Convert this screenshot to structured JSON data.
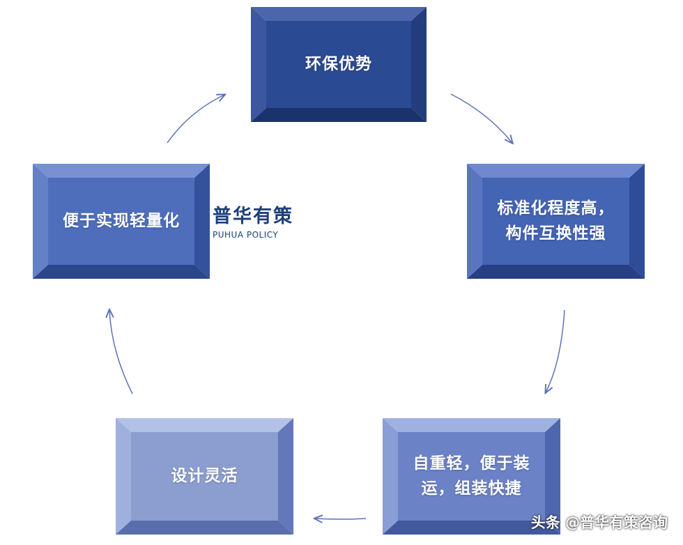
{
  "diagram": {
    "nodes": {
      "top": "环保优势",
      "right": "标准化程度高，\n构件互换性强",
      "bottom_right": "自重轻，便于装\n运，组装快捷",
      "bottom_left": "设计灵活",
      "left": "便于实现轻量化"
    },
    "colors": {
      "dark_face": "#2b4a94",
      "light_face": "#8c9ed0",
      "arrow": "#5a72b4"
    }
  },
  "logo": {
    "name_cn": "普华有策",
    "name_en": "PUHUA POLICY"
  },
  "watermark": "头条 @普华有策咨询"
}
